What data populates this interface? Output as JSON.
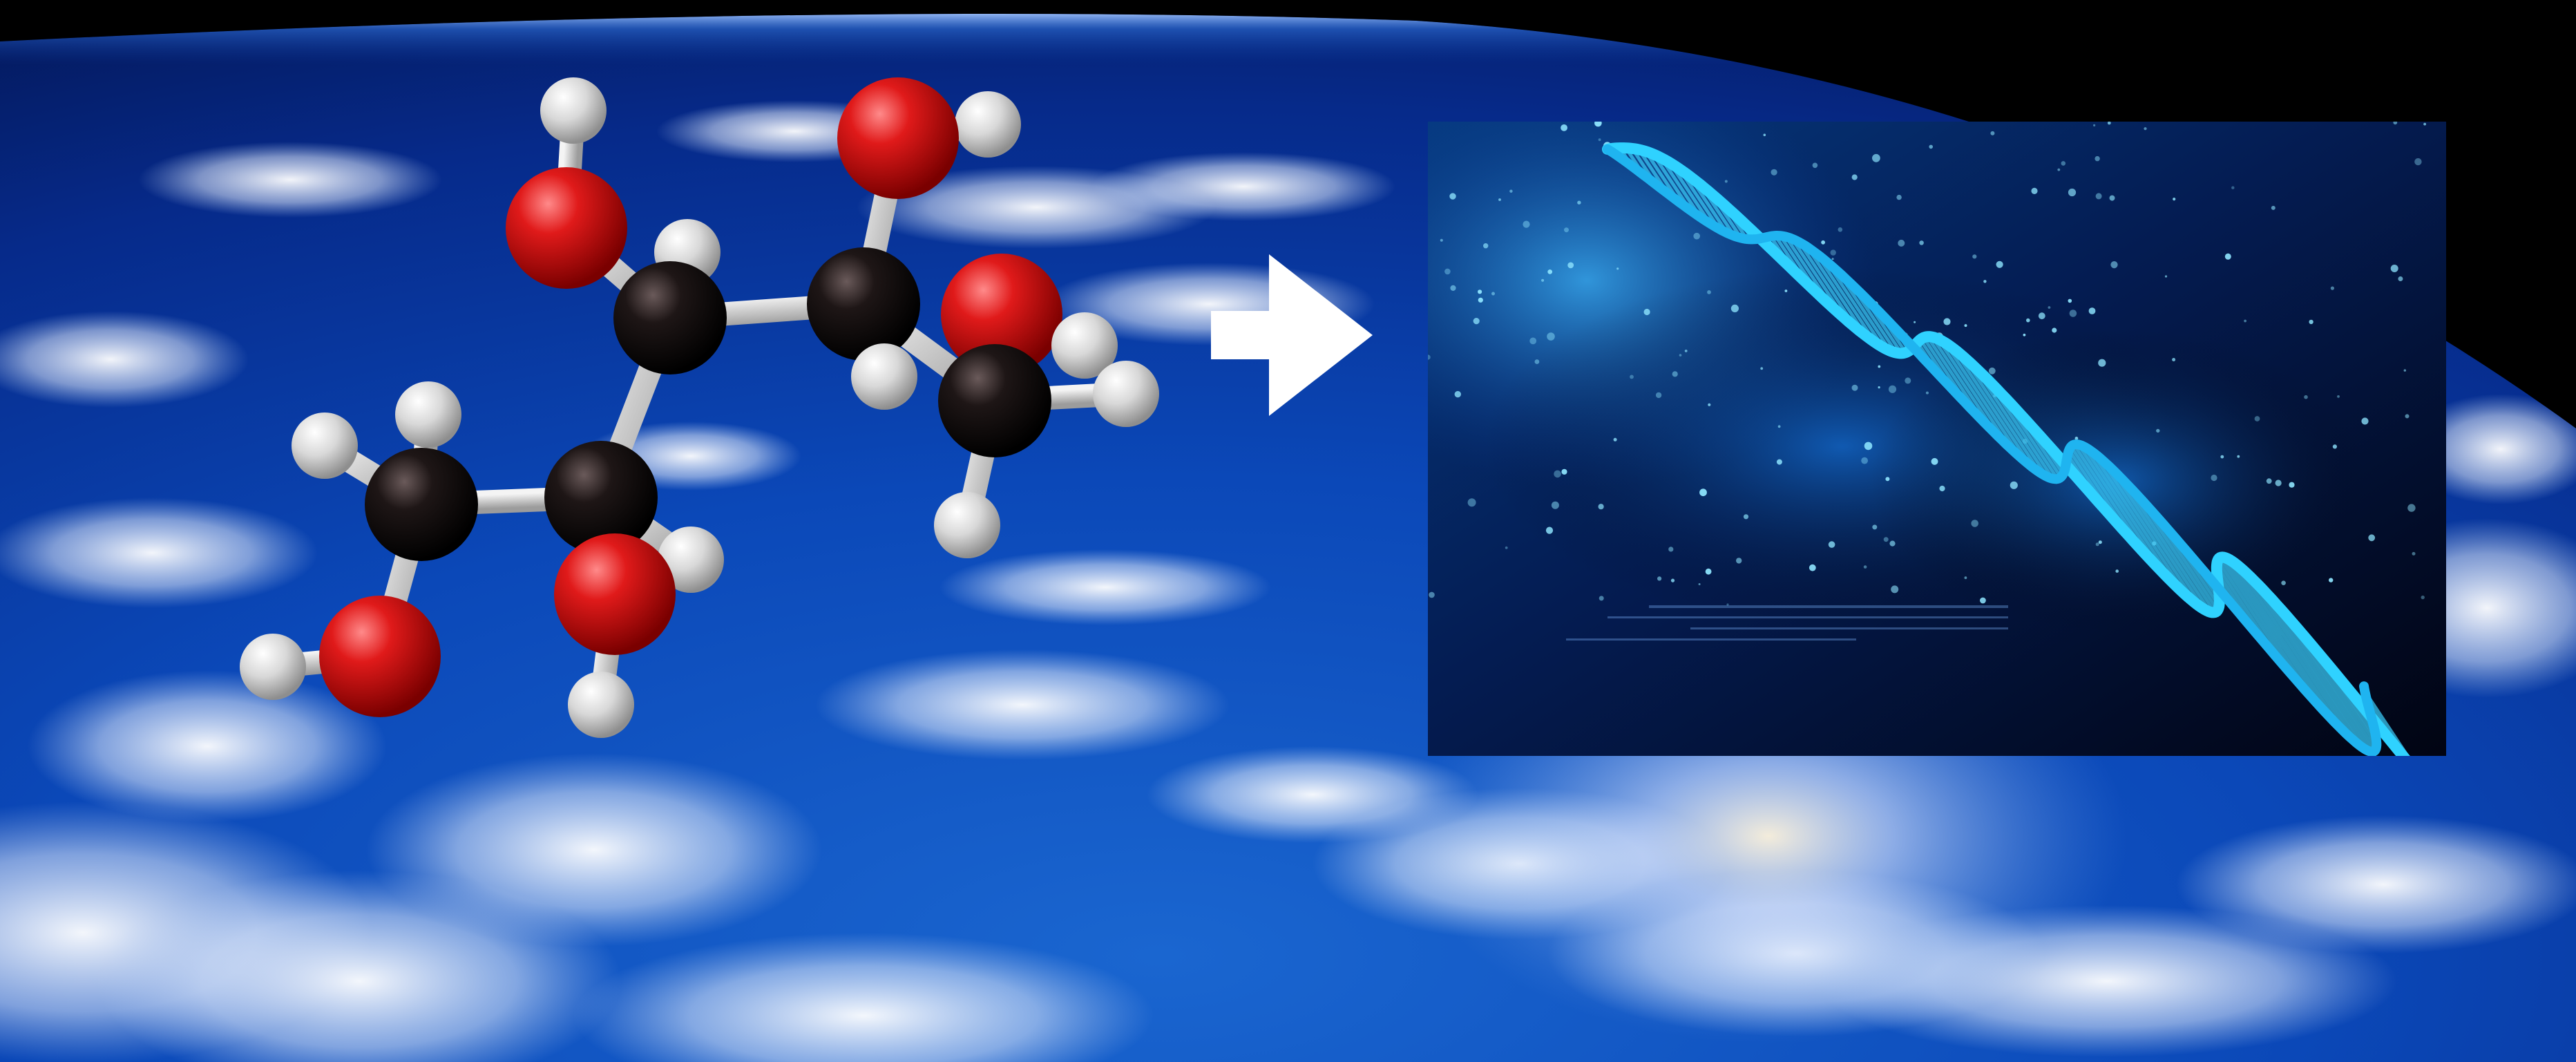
{
  "scene": {
    "background_color": "#000000",
    "earth": {
      "ocean_colors": [
        "#062a8a",
        "#0b48b8",
        "#1a66d0",
        "#04185a"
      ],
      "cloud_color": "#e6eefc",
      "glow_color": "#fff4dc"
    },
    "molecule": {
      "oxygen_color": "#d81010",
      "carbon_color": "#141010",
      "hydrogen_color": "#e8e8e8",
      "bond_color": "#dcdcdc",
      "atom_count": {
        "oxygen": 5,
        "carbon": 5,
        "hydrogen": 12
      }
    },
    "arrow": {
      "icon": "right-arrow-icon",
      "color": "#ffffff"
    },
    "dna_panel": {
      "icon": "dna-helix-icon",
      "background_color": "#02040e",
      "helix_color": "#2fd2ff",
      "glow_color": "#1a8cff"
    }
  }
}
